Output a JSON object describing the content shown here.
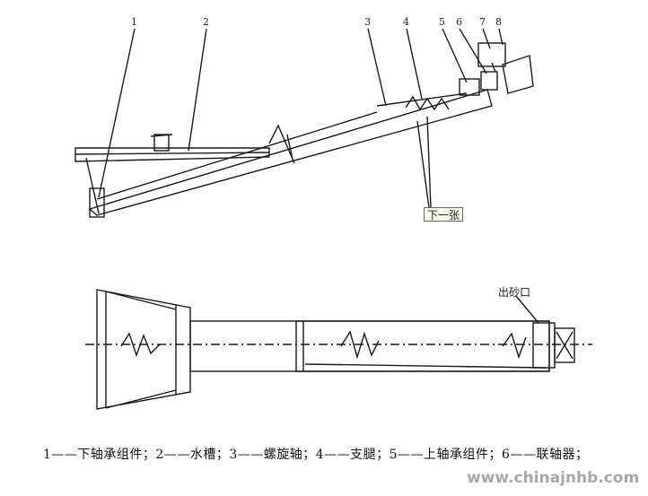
{
  "labels": {
    "n1": "1",
    "n2": "2",
    "n3": "3",
    "n4": "4",
    "n5": "5",
    "n6": "6",
    "n7": "7",
    "n8": "8"
  },
  "tooltip": "下一张",
  "outlet": "出砂口",
  "legend": "1——下轴承组件；2——水槽；3——螺旋轴；4——支腿；5——上轴承组件；6——联轴器；",
  "watermark": "www.chinajnhb.com",
  "colors": {
    "line": "#1a1a1a",
    "background": "#ffffff",
    "watermark": "#a8a8a8"
  }
}
